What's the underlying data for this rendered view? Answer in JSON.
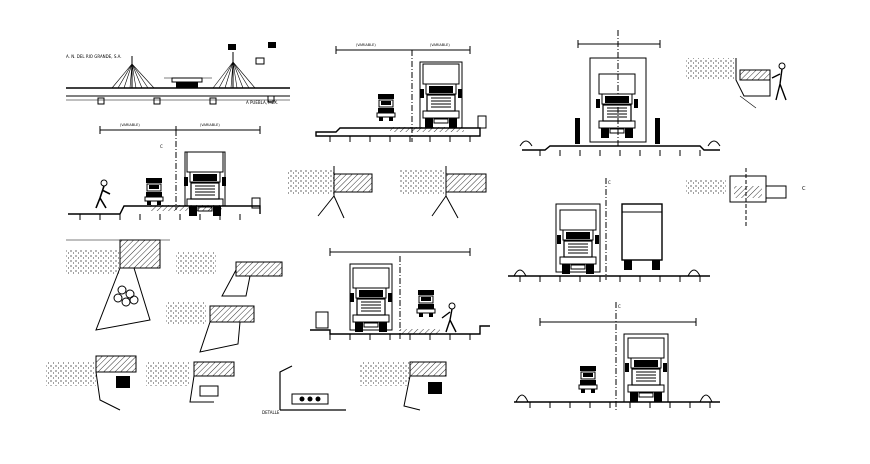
{
  "sheet": {
    "background": "#ffffff",
    "ink": "#000000",
    "labels": {
      "top_title_left": "A. N. DEL RIO GRANDE, S.A.",
      "top_note_right": "A PUEBLA, MEX.",
      "dim_label": "(VARIABLE)",
      "centerline": "C",
      "detail_label": "DETALLE"
    }
  }
}
